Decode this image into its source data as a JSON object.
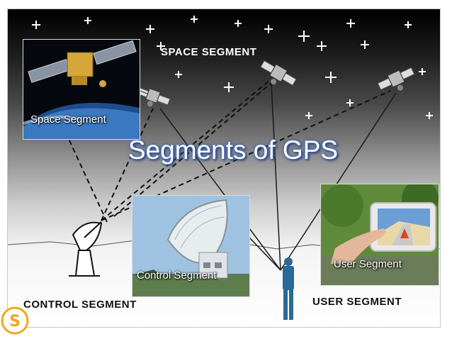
{
  "title": "Segments of GPS",
  "diagram": {
    "space_segment_label": "SPACE SEGMENT",
    "control_segment_label": "CONTROL SEGMENT",
    "user_segment_label": "USER SEGMENT"
  },
  "photos": {
    "space": {
      "caption": "Space Segment",
      "icon": "satellite-orbit-photo"
    },
    "control": {
      "caption": "Control Segment",
      "icon": "radar-dish-photo"
    },
    "user": {
      "caption": "User Segment",
      "icon": "gps-navigator-photo"
    }
  },
  "logo": {
    "letter": "S",
    "icon": "s-logo-icon"
  },
  "colors": {
    "sky_top": "#000000",
    "sky_bottom": "#ffffff",
    "title_text": "#ffffff",
    "title_glow": "#3c66b3",
    "user_figure": "#2a6a96",
    "logo": "#f0a818"
  }
}
